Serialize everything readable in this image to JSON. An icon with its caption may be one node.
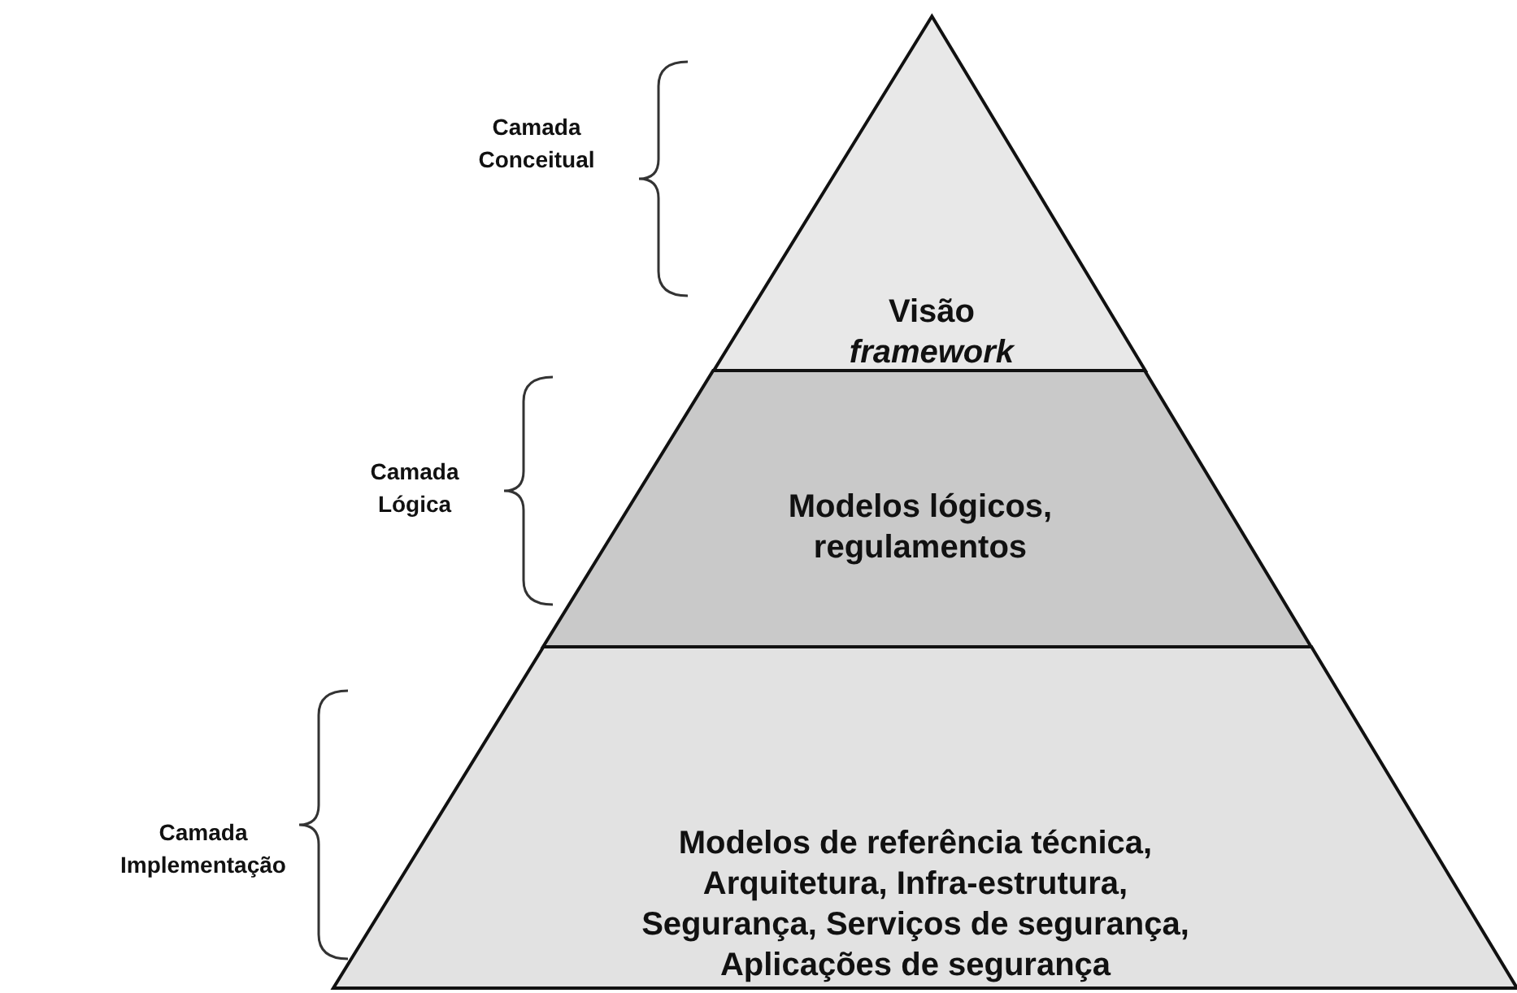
{
  "diagram": {
    "nodes": [
      {
        "text": [
          "Visão *framework*"
        ]
      },
      {
        "text": [
          "Modelos lógicos, regulamentos"
        ]
      },
      {
        "text": [
          "Modelos de referência técnica, Arquitetura, Infra-estrutura, Segurança, Serviços de segurança, Aplicações de segurança"
        ]
      }
    ],
    "labels": [
      "Camada Conceitual",
      "Camada Lógica",
      "Camada Implementação"
    ]
  }
}
